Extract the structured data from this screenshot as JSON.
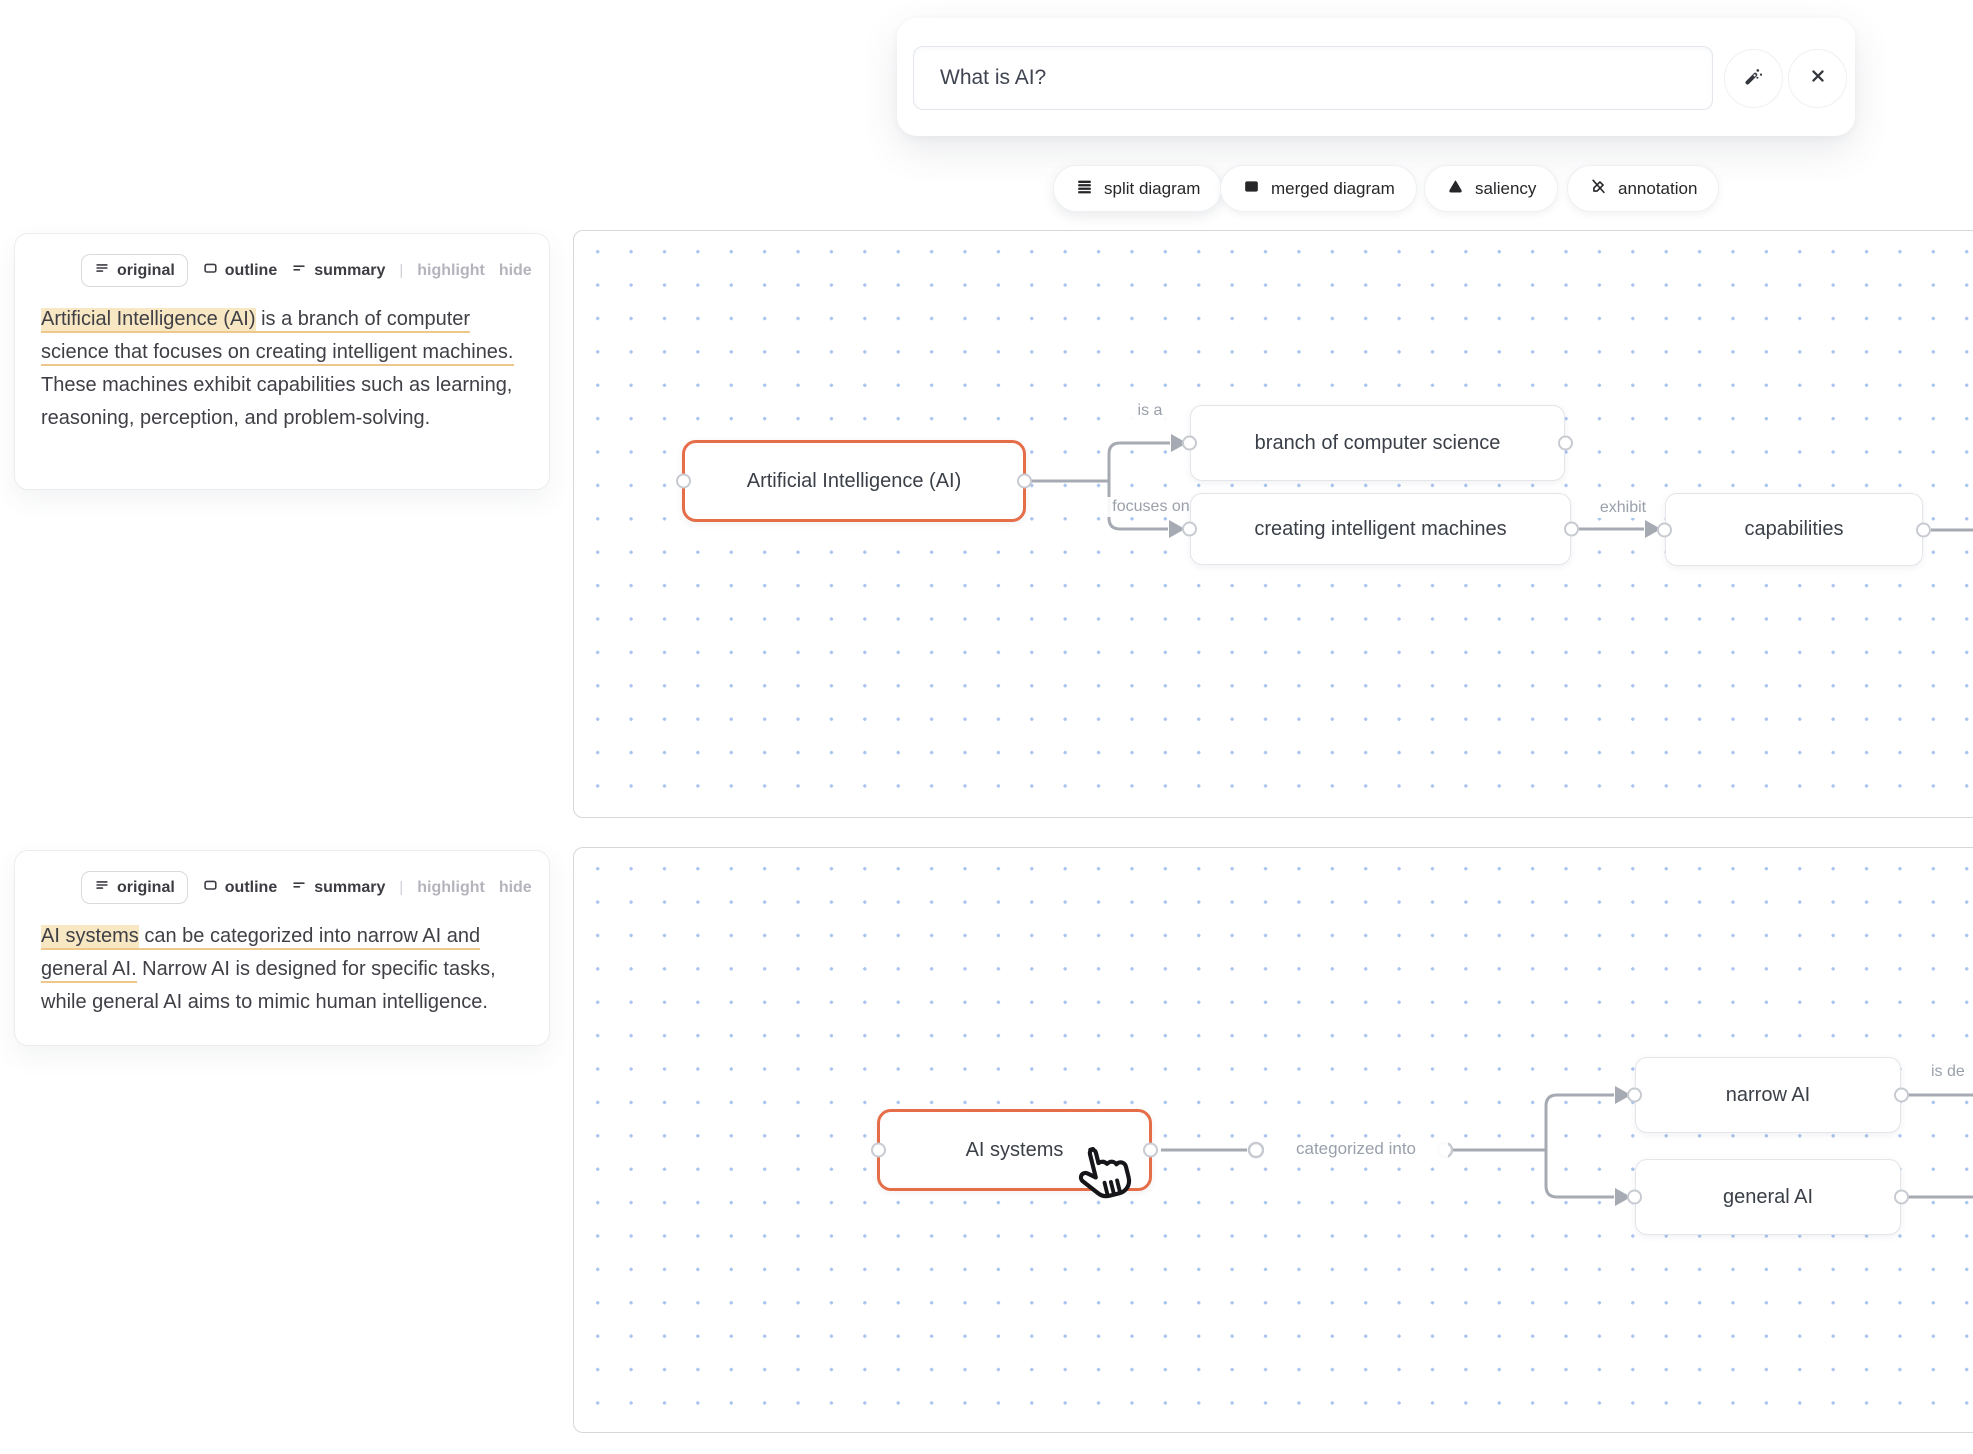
{
  "colors": {
    "accent_orange": "#E56E49",
    "edge_gray": "#A6AAB2",
    "highlight_bg": "#F7E7C2",
    "underline": "#EEC88A",
    "dot_blue": "#A9C4EF"
  },
  "query_bar": {
    "value": "What is AI?",
    "wand_icon": "magic-wand",
    "close_icon": "close-x"
  },
  "toolbar": {
    "chips": [
      {
        "label": "split diagram",
        "icon": "rows-icon"
      },
      {
        "label": "merged diagram",
        "icon": "solid-rect-icon"
      },
      {
        "label": "saliency",
        "icon": "triangle-icon"
      },
      {
        "label": "annotation",
        "icon": "pen-slash-icon"
      }
    ]
  },
  "panels": [
    {
      "tabs": [
        "original",
        "outline",
        "summary",
        "highlight",
        "hide"
      ],
      "separator": "|",
      "segments": [
        {
          "text": "Artificial Intelligence (AI)",
          "style": "highlight-underline"
        },
        {
          "text": " is a branch of computer science that focuses on creating intelligent machines.",
          "style": "underline"
        },
        {
          "text": " These machines exhibit capabilities such as learning, reasoning, perception, and problem-solving.",
          "style": "plain"
        }
      ]
    },
    {
      "tabs": [
        "original",
        "outline",
        "summary",
        "highlight",
        "hide"
      ],
      "separator": "|",
      "segments": [
        {
          "text": "AI systems",
          "style": "highlight-underline"
        },
        {
          "text": " can be categorized into narrow AI and general AI.",
          "style": "underline"
        },
        {
          "text": " Narrow AI is designed for specific tasks, while general AI aims to mimic human intelligence.",
          "style": "plain"
        }
      ]
    }
  ],
  "canvases": [
    {
      "nodes": [
        {
          "label": "Artificial Intelligence (AI)",
          "accent": true
        },
        {
          "label": "branch of computer science",
          "accent": false
        },
        {
          "label": "creating intelligent machines",
          "accent": false
        },
        {
          "label": "capabilities",
          "accent": false
        }
      ],
      "edge_labels": [
        "is a",
        "focuses on",
        "exhibit"
      ]
    },
    {
      "nodes": [
        {
          "label": "AI systems",
          "accent": true
        },
        {
          "label": "narrow AI",
          "accent": false
        },
        {
          "label": "general AI",
          "accent": false
        }
      ],
      "edge_labels": [
        "categorized into",
        "is de"
      ]
    }
  ]
}
